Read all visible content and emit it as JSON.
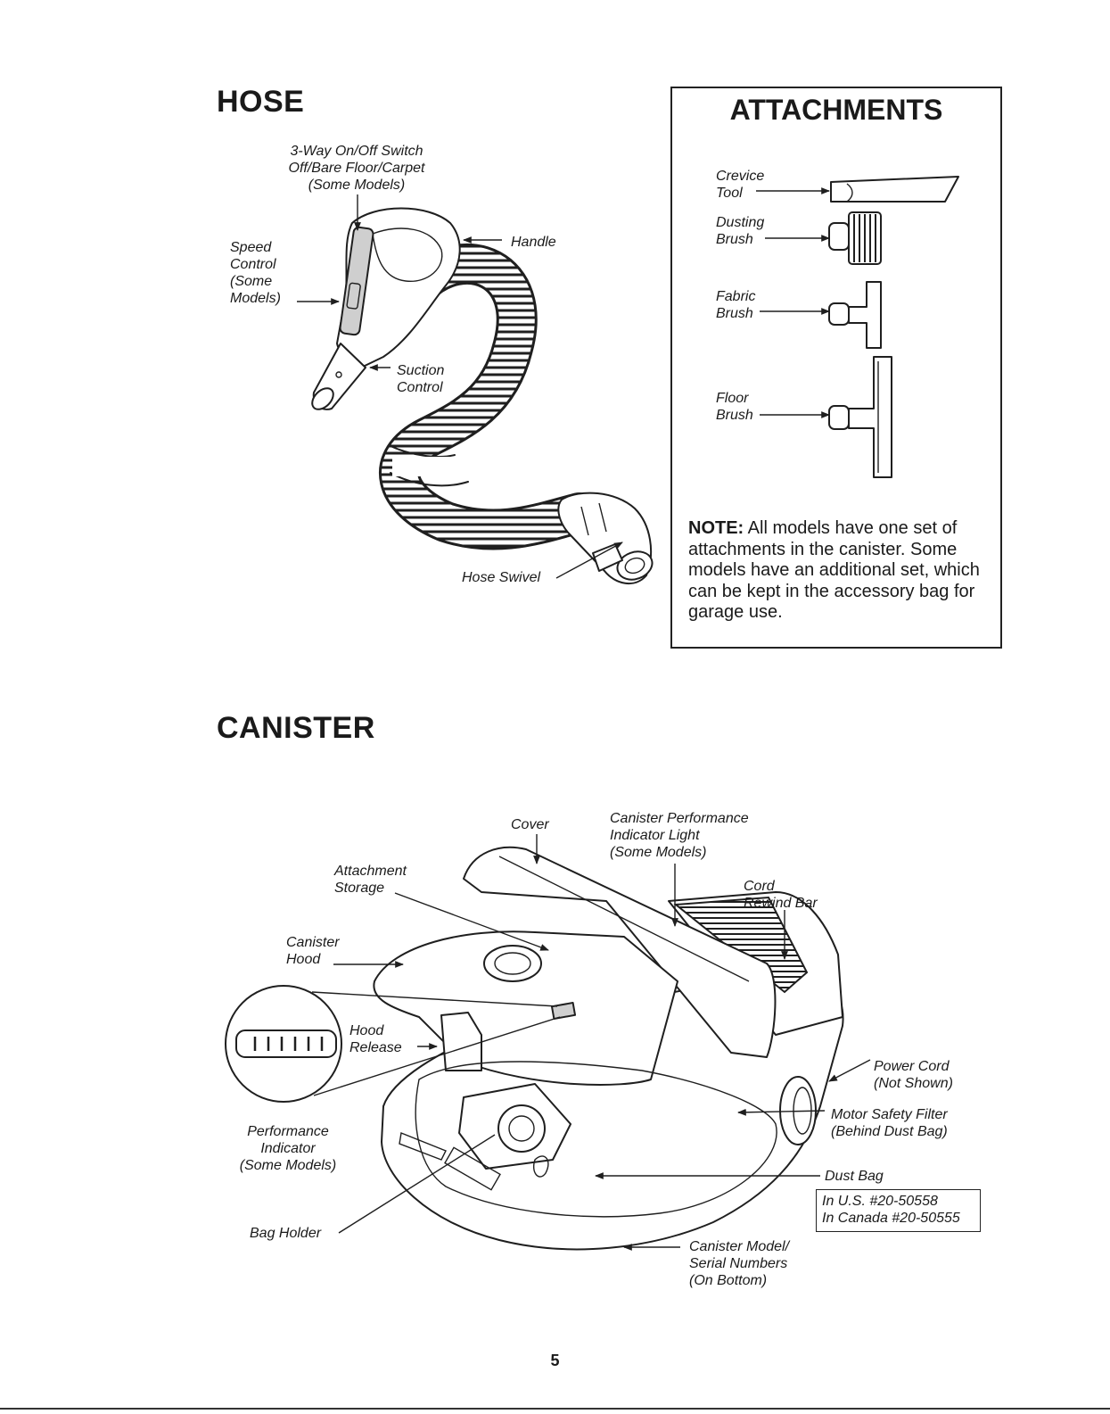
{
  "hose": {
    "title": "HOSE",
    "switch_label": [
      "3-Way On/Off Switch",
      "Off/Bare Floor/Carpet",
      "(Some Models)"
    ],
    "speed_label": [
      "Speed",
      "Control",
      "(Some",
      "Models)"
    ],
    "handle_label": "Handle",
    "suction_label": [
      "Suction",
      "Control"
    ],
    "swivel_label": "Hose Swivel"
  },
  "attachments": {
    "title": "ATTACHMENTS",
    "crevice": [
      "Crevice",
      "Tool"
    ],
    "dusting": [
      "Dusting",
      "Brush"
    ],
    "fabric": [
      "Fabric",
      "Brush"
    ],
    "floor": [
      "Floor",
      "Brush"
    ],
    "note_prefix": "NOTE:",
    "note_text": "All models have one set of attachments in the canister. Some models have an additional set, which can be kept in the accessory bag for garage use."
  },
  "canister": {
    "title": "CANISTER",
    "cover": "Cover",
    "performance_light": [
      "Canister Performance",
      "Indicator Light",
      "(Some Models)"
    ],
    "attachment_storage": [
      "Attachment",
      "Storage"
    ],
    "cord_rewind": [
      "Cord",
      "Rewind Bar"
    ],
    "canister_hood": [
      "Canister",
      "Hood"
    ],
    "hood_release": [
      "Hood",
      "Release"
    ],
    "power_cord": [
      "Power Cord",
      "(Not Shown)"
    ],
    "motor_filter": [
      "Motor Safety Filter",
      "(Behind Dust Bag)"
    ],
    "performance_indicator": [
      "Performance",
      "Indicator",
      "(Some Models)"
    ],
    "dust_bag": "Dust Bag",
    "dust_bag_numbers": [
      "In U.S. #20-50558",
      "In Canada #20-50555"
    ],
    "bag_holder": "Bag Holder",
    "model_serial": [
      "Canister Model/",
      "Serial Numbers",
      "(On Bottom)"
    ]
  },
  "footer": {
    "page_number": "5"
  }
}
